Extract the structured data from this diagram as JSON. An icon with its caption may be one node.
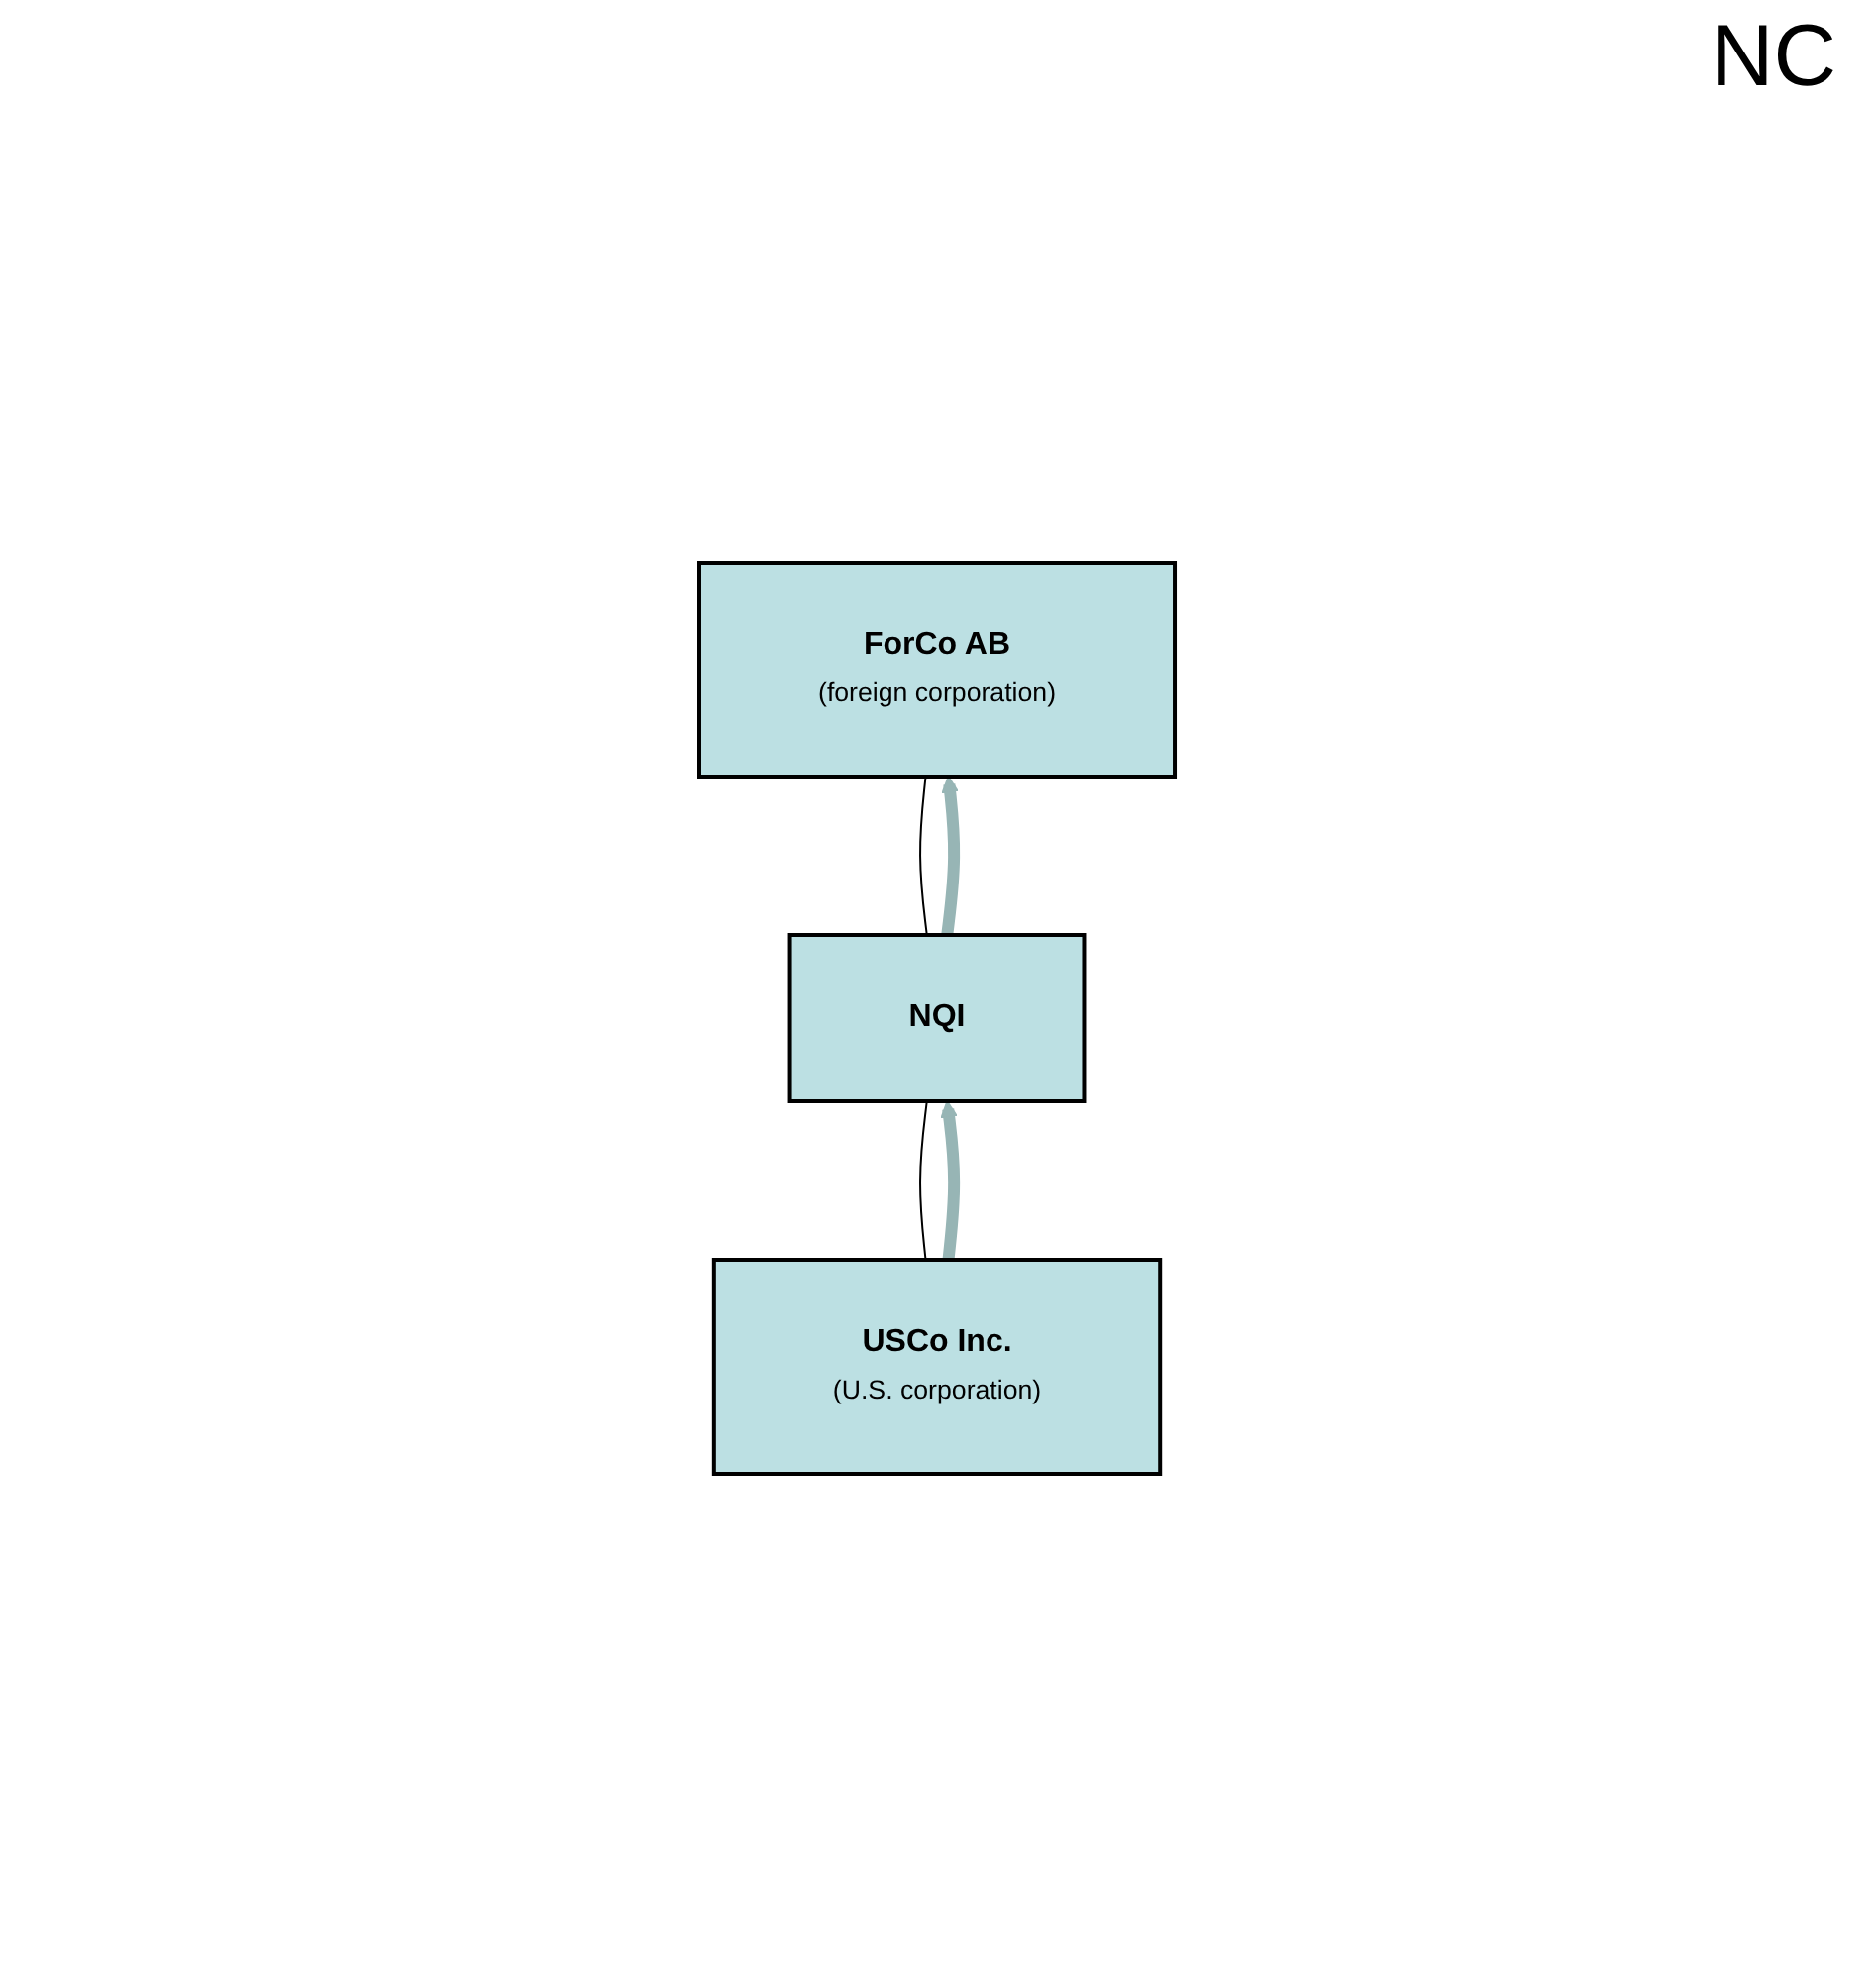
{
  "diagram": {
    "title": "NC",
    "nodes": [
      {
        "text": [
          "ForCo AB",
          "(foreign corporation)"
        ]
      },
      {
        "text": [
          "NQI"
        ]
      },
      {
        "text": [
          "USCo Inc.",
          "(U.S. corporation)"
        ]
      }
    ],
    "edges": [
      {
        "from": 0,
        "to": 1,
        "arrow": "none"
      },
      {
        "from": 1,
        "to": 2,
        "arrow": "none"
      },
      {
        "from": 1,
        "to": 0,
        "arrow": "to",
        "style": "thick",
        "color": "#97b5b5"
      },
      {
        "from": 2,
        "to": 1,
        "arrow": "to",
        "style": "thick",
        "color": "#97b5b5"
      }
    ]
  }
}
